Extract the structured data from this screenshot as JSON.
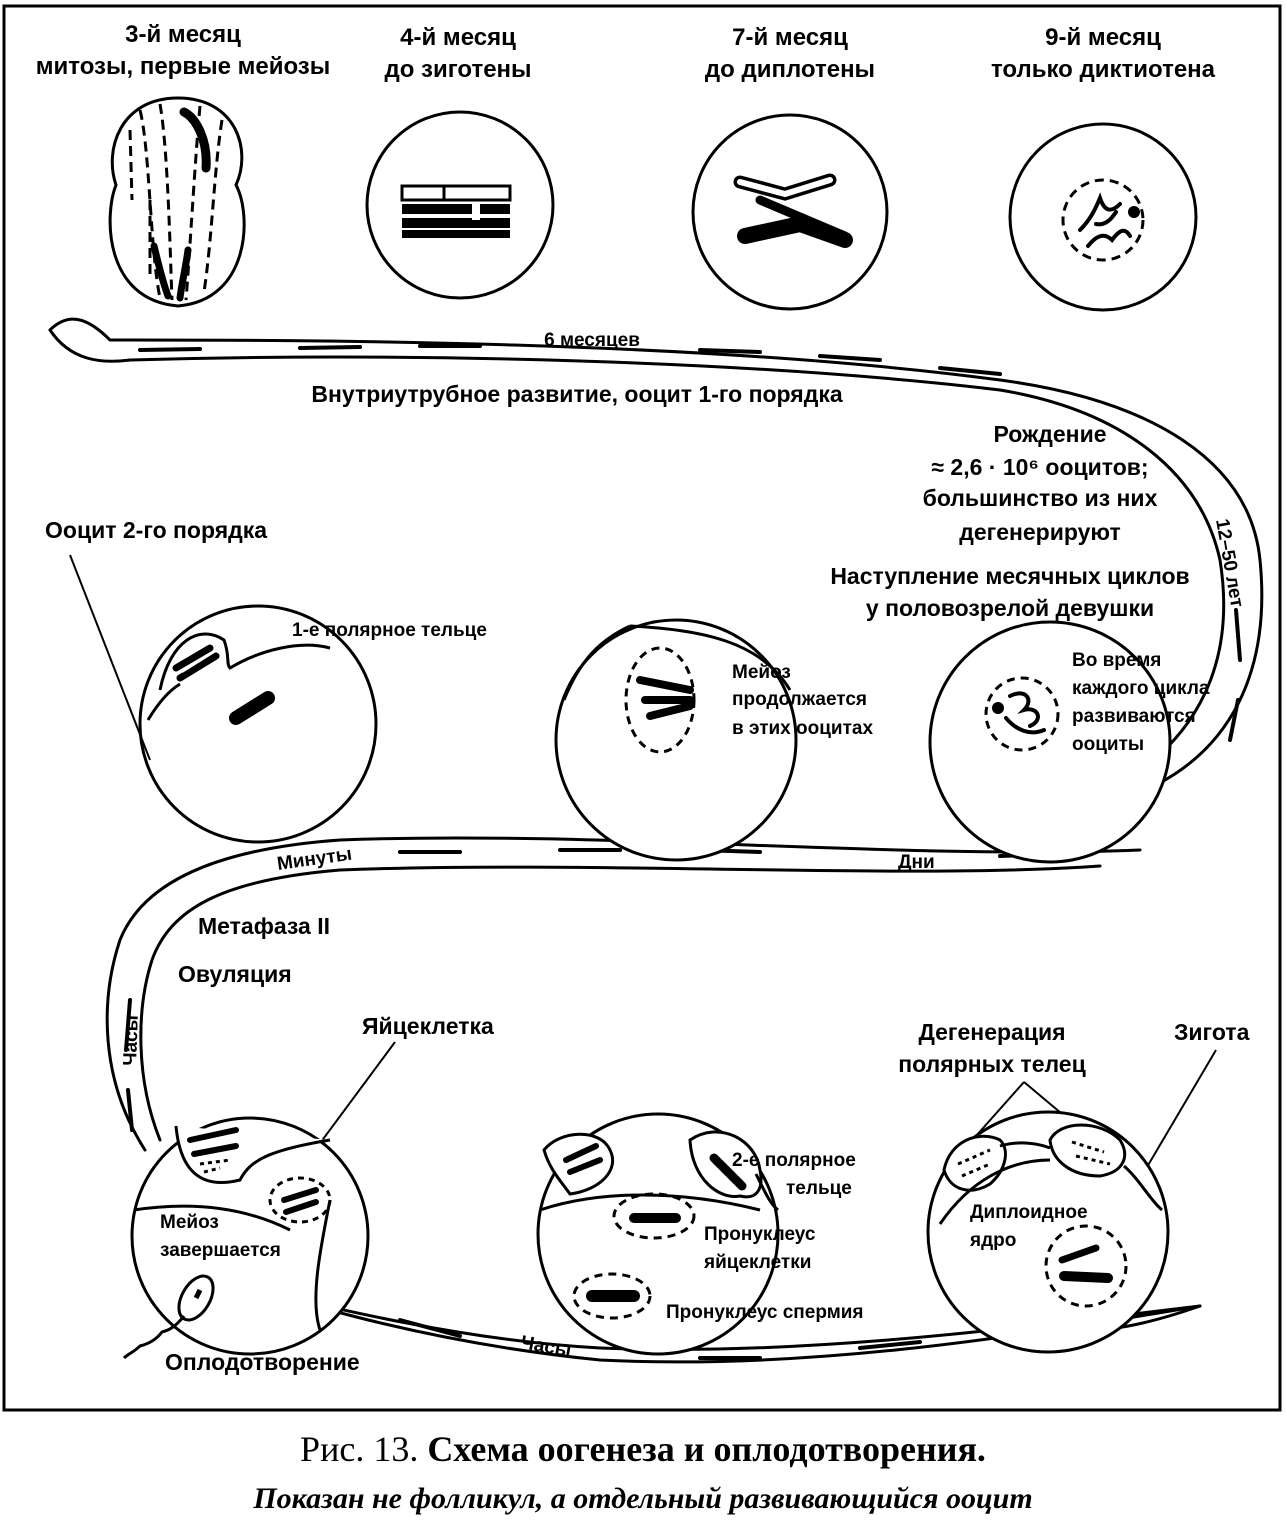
{
  "stages_top": [
    {
      "month": "3-й месяц",
      "desc": "митозы, первые мейозы"
    },
    {
      "month": "4-й месяц",
      "desc": "до зиготены"
    },
    {
      "month": "7-й месяц",
      "desc": "до диплотены"
    },
    {
      "month": "9-й месяц",
      "desc": "только диктиотена"
    }
  ],
  "band_labels": {
    "months6": "6 месяцев",
    "years": "12–50 лет",
    "minutes": "Минуты",
    "days": "Дни",
    "hours_left": "Часы",
    "hours_bottom": "Часы"
  },
  "labels": {
    "intrauterine": "Внутриутрубное развитие, ооцит 1-го порядка",
    "birth_title": "Рождение",
    "birth_line1": "≈ 2,6 · 10⁶ ооцитов;",
    "birth_line2": "большинство из них",
    "birth_line3": "дегенерируют",
    "cycles_line1": "Наступление месячных циклов",
    "cycles_line2": "у половозрелой девушки",
    "secondary_oocyte": "Ооцит 2-го порядка",
    "first_polar_body": "1-е  полярное тельце",
    "meiosis_cont_1": "Мейоз",
    "meiosis_cont_2": "продолжается",
    "meiosis_cont_3": "в этих ооцитах",
    "during_1": "Во время",
    "during_2": "каждого цикла",
    "during_3": "развиваются",
    "during_4": "ооциты",
    "metaphase": "Метафаза II",
    "ovulation": "Овуляция",
    "egg": "Яйцеклетка",
    "meiosis_done_1": "Мейоз",
    "meiosis_done_2": "завершается",
    "fertilization": "Оплодотворение",
    "second_polar_1": "2-е  полярное",
    "second_polar_2": "тельце",
    "pronucleus_egg_1": "Пронуклеус",
    "pronucleus_egg_2": "яйцеклетки",
    "pronucleus_sperm": "Пронуклеус спермия",
    "degeneration_1": "Дегенерация",
    "degeneration_2": "полярных телец",
    "zygote": "Зигота",
    "diploid_1": "Диплоидное",
    "diploid_2": "ядро"
  },
  "caption": {
    "prefix": "Рис. 13. ",
    "title": "Схема оогенеза и оплодотворения.",
    "subtitle": "Показан не фолликул, а отдельный развивающийся ооцит"
  }
}
